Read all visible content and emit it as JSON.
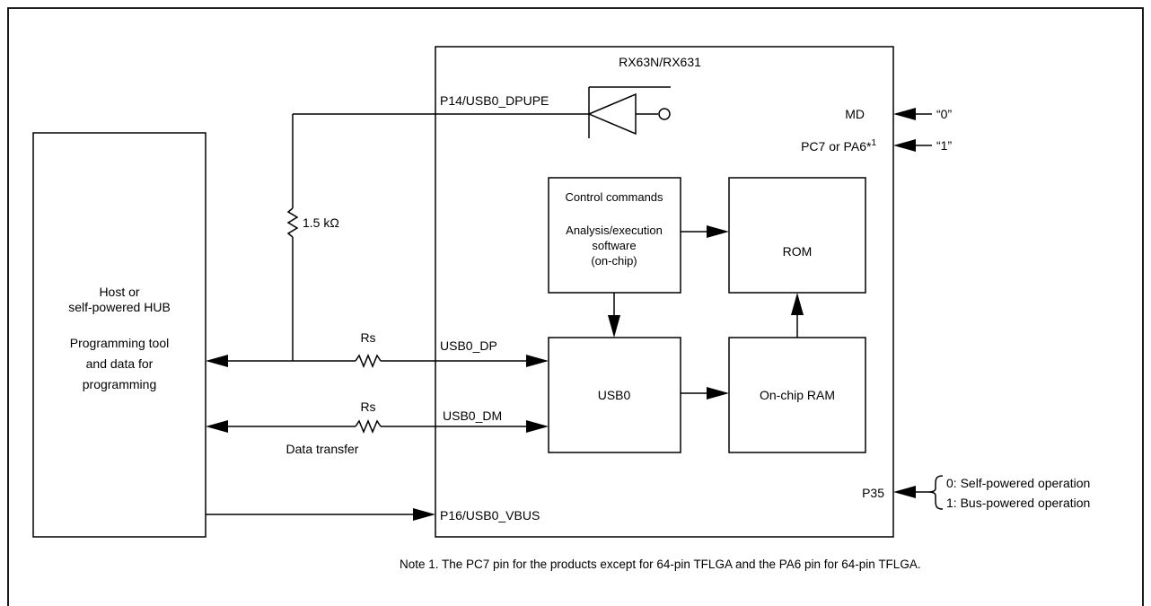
{
  "chip": {
    "title": "RX63N/RX631"
  },
  "host": {
    "line1": "Host or",
    "line2": "self-powered HUB",
    "line3": "Programming tool",
    "line4": "and data for",
    "line5": "programming"
  },
  "pins": {
    "dpupe": "P14/USB0_DPUPE",
    "dp": "USB0_DP",
    "dm": "USB0_DM",
    "vbus": "P16/USB0_VBUS",
    "md": "MD",
    "pc7": "PC7 or PA6*",
    "pc7_sup": "1",
    "p35": "P35"
  },
  "inputs": {
    "md_value": "“0”",
    "pc7_value": "“1”",
    "p35_opt0": "0: Self-powered operation",
    "p35_opt1": "1: Bus-powered operation"
  },
  "components": {
    "pullup": "1.5 kΩ",
    "rs_dp": "Rs",
    "rs_dm": "Rs",
    "data_transfer": "Data transfer"
  },
  "blocks": {
    "control_line1": "Control commands",
    "control_line2": "Analysis/execution",
    "control_line3": "software",
    "control_line4": "(on-chip)",
    "rom": "ROM",
    "usb0": "USB0",
    "ram": "On-chip RAM"
  },
  "note": "Note 1. The PC7 pin for the products except for 64-pin TFLGA and the PA6 pin for 64-pin TFLGA."
}
